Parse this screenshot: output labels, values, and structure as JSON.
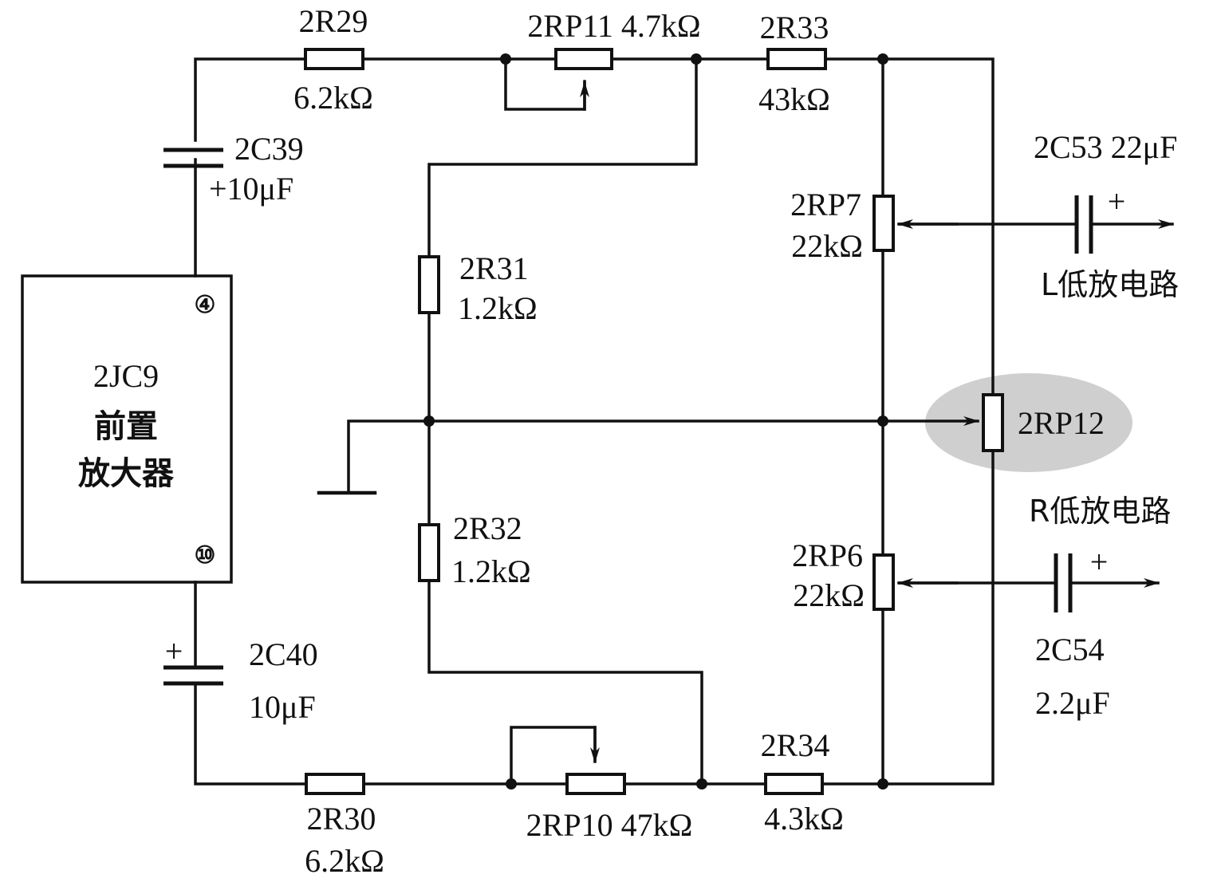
{
  "highlight_color": "#cfcfcf",
  "amplifier": {
    "ref": "2JC9",
    "name_line1": "前置",
    "name_line2": "放大器",
    "pin_top": "④",
    "pin_bottom": "⑩"
  },
  "components": {
    "c39": {
      "ref": "2C39",
      "value": "+10μF"
    },
    "c40": {
      "ref": "2C40",
      "value": "10μF",
      "polarity": "+"
    },
    "r29": {
      "ref": "2R29",
      "value": "6.2kΩ"
    },
    "rp11": {
      "label": "2RP11 4.7kΩ"
    },
    "r33": {
      "ref": "2R33",
      "value": "43kΩ"
    },
    "r31": {
      "ref": "2R31",
      "value": "1.2kΩ"
    },
    "r32": {
      "ref": "2R32",
      "value": "1.2kΩ"
    },
    "rp7": {
      "ref": "2RP7",
      "value": "22kΩ"
    },
    "rp12": {
      "ref": "2RP12"
    },
    "rp6": {
      "ref": "2RP6",
      "value": "22kΩ"
    },
    "c53": {
      "label": "2C53 22μF",
      "polarity": "+"
    },
    "c54": {
      "ref": "2C54",
      "value": "2.2μF",
      "polarity": "+"
    },
    "r30": {
      "ref": "2R30",
      "value": "6.2kΩ"
    },
    "rp10": {
      "label": "2RP10 47kΩ"
    },
    "r34": {
      "ref": "2R34",
      "value": "4.3kΩ"
    }
  },
  "outputs": {
    "left": "L低放电路",
    "right": "R低放电路"
  }
}
